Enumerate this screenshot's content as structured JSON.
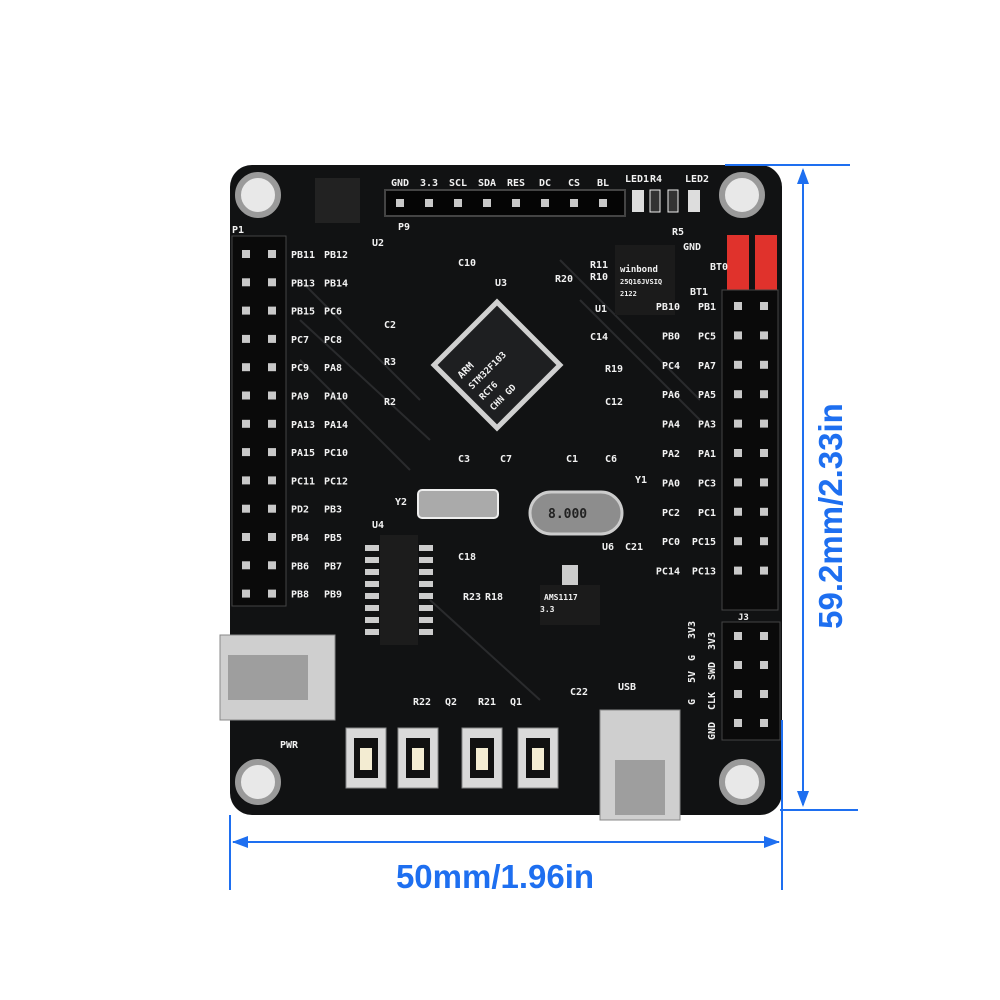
{
  "colors": {
    "board": "#111213",
    "silk": "#f2f2f2",
    "dimension": "#1e6ff0",
    "jumper": "#e0322c",
    "pad": "#c9c9c9"
  },
  "dimensions": {
    "width_label": "50mm/1.96in",
    "height_label": "59.2mm/2.33in"
  },
  "board": {
    "top_header_label": "P9",
    "top_header_pins": [
      "GND",
      "3.3",
      "SCL",
      "SDA",
      "RES",
      "DC",
      "CS",
      "BL"
    ],
    "left_header_label": "P1",
    "left_pins": [
      [
        "PB11",
        "PB12"
      ],
      [
        "PB13",
        "PB14"
      ],
      [
        "PB15",
        "PC6"
      ],
      [
        "PC7",
        "PC8"
      ],
      [
        "PC9",
        "PA8"
      ],
      [
        "PA9",
        "PA10"
      ],
      [
        "PA13",
        "PA14"
      ],
      [
        "PA15",
        "PC10"
      ],
      [
        "PC11",
        "PC12"
      ],
      [
        "PD2",
        "PB3"
      ],
      [
        "PB4",
        "PB5"
      ],
      [
        "PB6",
        "PB7"
      ],
      [
        "PB8",
        "PB9"
      ]
    ],
    "right_header_label": "J3",
    "right_pins": [
      [
        "PB10",
        "PB1"
      ],
      [
        "PB0",
        "PC5"
      ],
      [
        "PC4",
        "PA7"
      ],
      [
        "PA6",
        "PA5"
      ],
      [
        "PA4",
        "PA3"
      ],
      [
        "PA2",
        "PA1"
      ],
      [
        "PA0",
        "PC3"
      ],
      [
        "PC2",
        "PC1"
      ],
      [
        "PC0",
        "PC15"
      ],
      [
        "PC14",
        "PC13"
      ]
    ],
    "swd_pins": [
      "GND",
      "CLK",
      "SWD",
      "3V3"
    ],
    "power_pins": [
      "G",
      "5V",
      "G",
      "3V3"
    ],
    "components": {
      "u1": "U1",
      "u2": "U2",
      "u3": "U3",
      "u4": "U4",
      "u6": "U6",
      "y1": "Y1",
      "y2": "Y2",
      "c1": "C1",
      "c2": "C2",
      "c3": "C3",
      "c6": "C6",
      "c7": "C7",
      "c10": "C10",
      "c12": "C12",
      "c14": "C14",
      "c18": "C18",
      "c21": "C21",
      "c22": "C22",
      "r2": "R2",
      "r3": "R3",
      "r4": "R4",
      "r5": "R5",
      "r10": "R10",
      "r11": "R11",
      "r19": "R19",
      "r20": "R20",
      "r21": "R21",
      "r22": "R22",
      "r23": "R23",
      "r18": "R18",
      "q1": "Q1",
      "q2": "Q2",
      "led1": "LED1",
      "led2": "LED2",
      "pwr": "PWR",
      "usb": "USB",
      "b0": "BT0",
      "b1": "BT1",
      "gnd": "GND"
    },
    "mcu_marking": [
      "ARM",
      "STM32F103",
      "RCT6",
      "CHN GD"
    ],
    "flash_marking": [
      "winbond",
      "25Q16JVSIQ",
      "2122"
    ],
    "crystal_marking": "8.000",
    "regulator_marking": [
      "AMS1117",
      "3.3"
    ]
  }
}
